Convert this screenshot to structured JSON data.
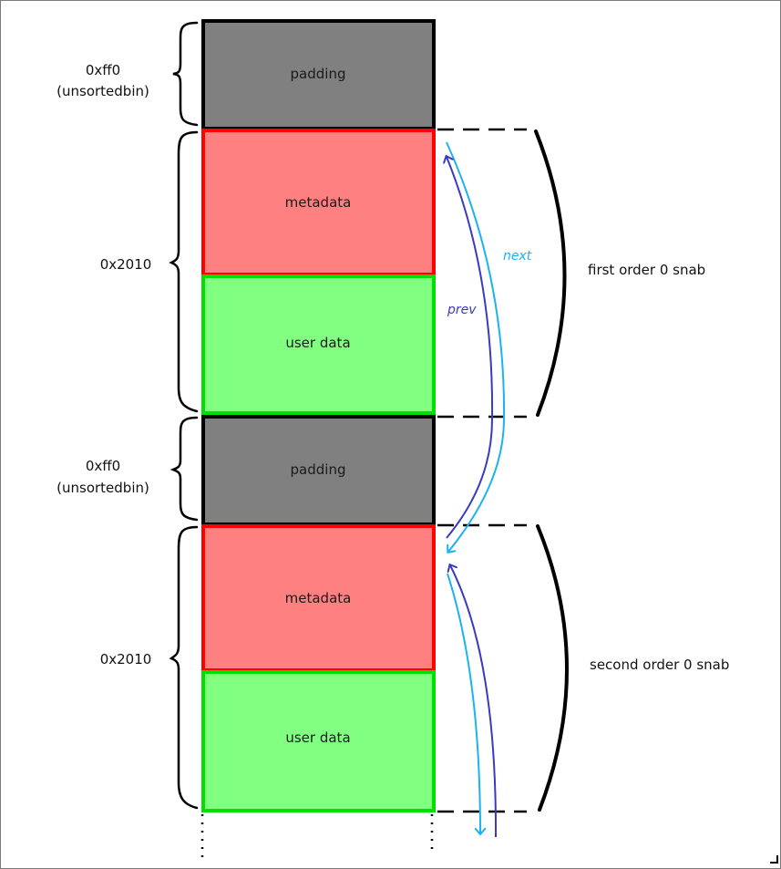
{
  "diagram": {
    "blocks": [
      {
        "label": "padding",
        "kind": "padding",
        "fill": "#808080",
        "stroke": "#000000"
      },
      {
        "label": "metadata",
        "kind": "metadata",
        "fill": "#ff8080",
        "stroke": "#ff0000"
      },
      {
        "label": "user data",
        "kind": "user-data",
        "fill": "#80ff80",
        "stroke": "#00e000"
      },
      {
        "label": "padding",
        "kind": "padding",
        "fill": "#808080",
        "stroke": "#000000"
      },
      {
        "label": "metadata",
        "kind": "metadata",
        "fill": "#ff8080",
        "stroke": "#ff0000"
      },
      {
        "label": "user data",
        "kind": "user-data",
        "fill": "#80ff80",
        "stroke": "#00e000"
      }
    ],
    "size_labels": [
      {
        "line1": "0xff0",
        "line2": "(unsortedbin)"
      },
      {
        "line1": "0x2010",
        "line2": ""
      },
      {
        "line1": "0xff0",
        "line2": "(unsortedbin)"
      },
      {
        "line1": "0x2010",
        "line2": ""
      }
    ],
    "groups": [
      {
        "label": "first order 0 snab"
      },
      {
        "label": "second order 0 snab"
      }
    ],
    "pointers": {
      "next": {
        "label": "next",
        "color": "#1ab2f0"
      },
      "prev": {
        "label": "prev",
        "color": "#3a3ac0"
      }
    }
  }
}
